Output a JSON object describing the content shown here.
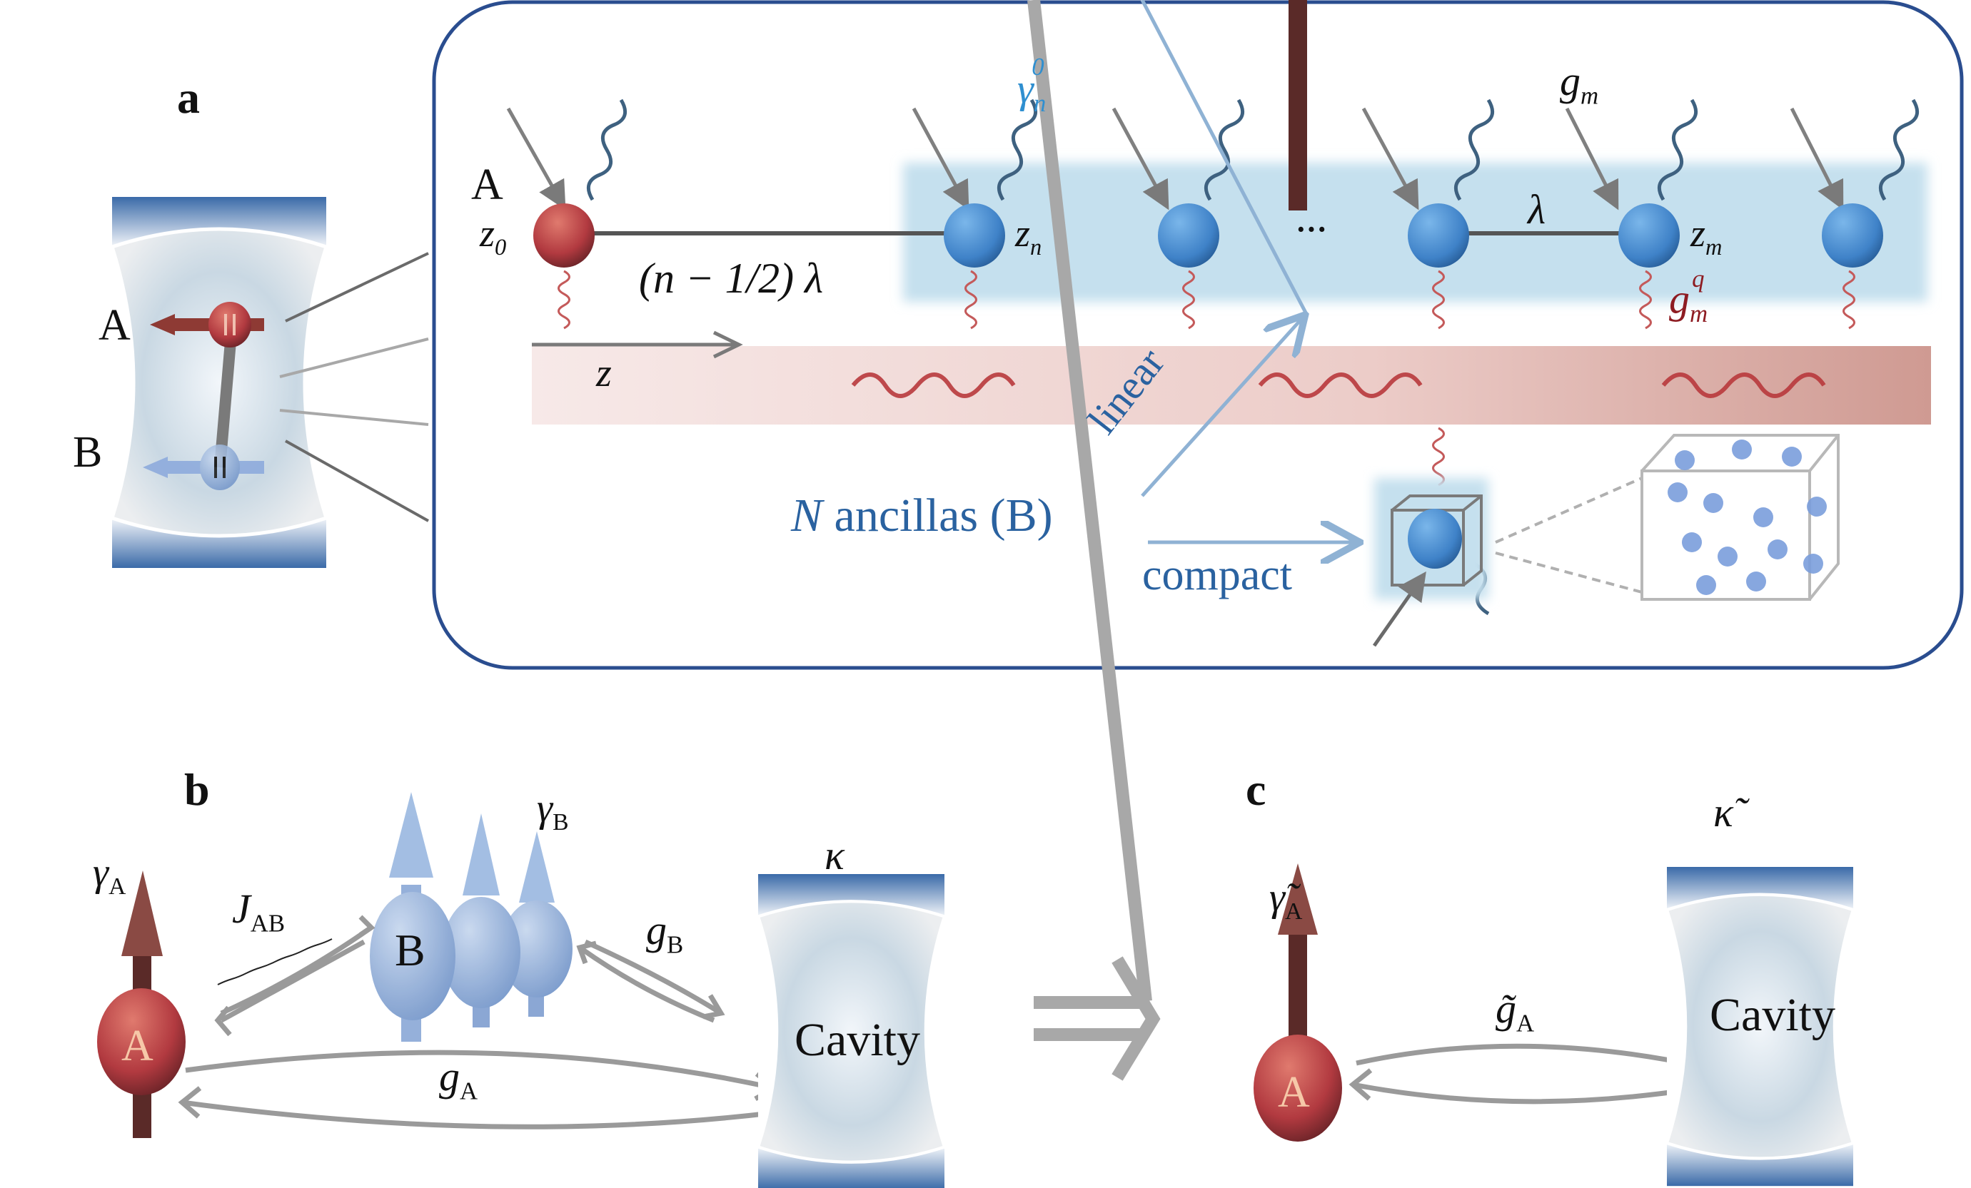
{
  "figure": {
    "panels": {
      "a": {
        "label": "a",
        "cavity_labels": {
          "A": "A",
          "B": "B"
        },
        "atom_A_label": "A",
        "z0_label": "z",
        "z0_sub": "0",
        "distance_label": "(n − 1/2) λ",
        "zn_label": "z",
        "zn_sub": "n",
        "gamma_n0_label": "γ",
        "gamma_n0_sub": "n",
        "gamma_n0_sup": "0",
        "dots_label": "···",
        "lambda_label": "λ",
        "gm_label": "g",
        "gm_sub": "m",
        "zm_label": "z",
        "zm_sub": "m",
        "gmq_label": "g",
        "gmq_sub": "m",
        "gmq_sup": "q",
        "z_axis_label": "z",
        "linear_label": "linear",
        "ancillas_N": "N",
        "ancillas_label": " ancillas (B)",
        "compact_label": "compact"
      },
      "b": {
        "label": "b",
        "gamma_A": "γ",
        "gamma_A_sub": "A",
        "J_AB": "J",
        "J_AB_sub": "AB",
        "gamma_B": "γ",
        "gamma_B_sub": "B",
        "g_B": "g",
        "g_B_sub": "B",
        "kappa": "κ",
        "g_A": "g",
        "g_A_sub": "A",
        "atom_A": "A",
        "ensemble_B": "B",
        "cavity": "Cavity"
      },
      "c": {
        "label": "c",
        "implies": "⇒",
        "gamma_A": "γ̃",
        "gamma_A_sub": "A",
        "kappa": "κ̃",
        "g_A": "g̃",
        "g_A_sub": "A",
        "atom_A": "A",
        "cavity": "Cavity"
      }
    },
    "colors": {
      "frame": "#2a4d8f",
      "atom_A": "#b8383c",
      "atom_B": "#3f82c8",
      "blue_band": "#c5e0ee",
      "red_band": "#e8c7c3",
      "arrow_gray": "#8a8a8a",
      "label_blue": "#2a62a0",
      "label_red": "#8e1c22"
    }
  }
}
